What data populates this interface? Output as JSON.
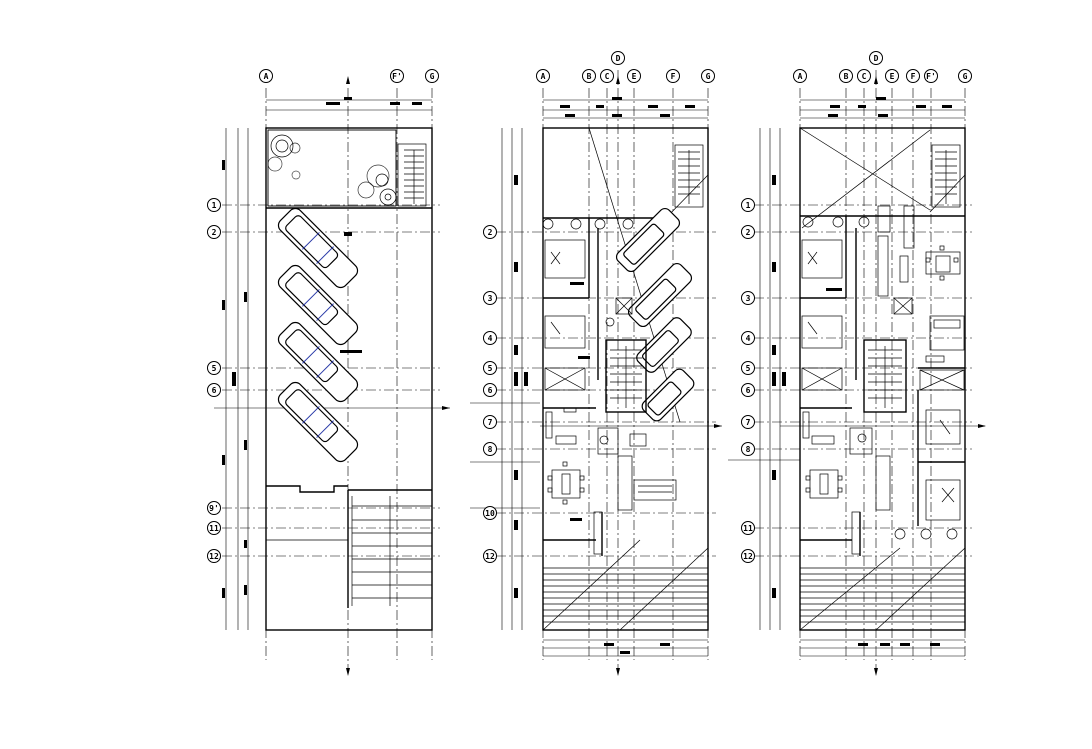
{
  "drawing": {
    "plans": [
      {
        "id": "ground",
        "x_axes": [
          "A",
          "F'",
          "G"
        ],
        "y_axes": [
          "1",
          "2",
          "5",
          "6",
          "9'",
          "11",
          "12"
        ]
      },
      {
        "id": "first",
        "x_axes": [
          "A",
          "B",
          "C",
          "D",
          "E",
          "F",
          "G"
        ],
        "y_axes": [
          "2",
          "3",
          "4",
          "5",
          "6",
          "7",
          "8",
          "10",
          "12"
        ]
      },
      {
        "id": "second",
        "x_axes": [
          "A",
          "B",
          "C",
          "D",
          "E",
          "F",
          "F'",
          "G"
        ],
        "y_axes": [
          "1",
          "2",
          "3",
          "4",
          "5",
          "6",
          "7",
          "8",
          "11",
          "12"
        ]
      }
    ],
    "colors": {
      "ink": "#000000",
      "car_accent": "#2a3aa8"
    }
  }
}
